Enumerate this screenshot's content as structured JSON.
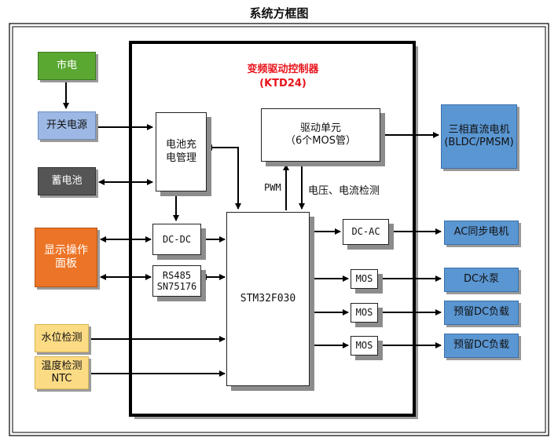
{
  "title": "系统方框图",
  "controller": {
    "name": "变频驱动控制器",
    "model": "(KTD24)"
  },
  "blocks": {
    "mains": "市电",
    "switching_psu": "开关电源",
    "battery": "蓄电池",
    "display_panel": "显示操作\n面板",
    "water_level": "水位检测",
    "temperature": "温度检测\nNTC",
    "charge_mgmt": "电池充\n电管理",
    "dcdc": "DC-DC",
    "rs485": "RS485\nSN75176",
    "mcu": "STM32F030",
    "drive_unit": "驱动单元\n（6个MOS管）",
    "dcac": "DC-AC",
    "mos1": "MOS",
    "mos2": "MOS",
    "mos3": "MOS",
    "motor_bldc": "三相直流电机\n(BLDC/PMSM)",
    "ac_motor": "AC同步电机",
    "dc_pump": "DC水泵",
    "dc_load1": "预留DC负载",
    "dc_load2": "预留DC负载"
  },
  "labels": {
    "pwm": "PWM",
    "feedback": "电压、电流检测"
  },
  "colors": {
    "green": "#5aa832",
    "light_blue": "#9db8e4",
    "dark_gray": "#555555",
    "orange": "#ec7426",
    "yellow": "#fcdb85",
    "blue": "#5a96d2",
    "red_title": "#e8141c"
  }
}
